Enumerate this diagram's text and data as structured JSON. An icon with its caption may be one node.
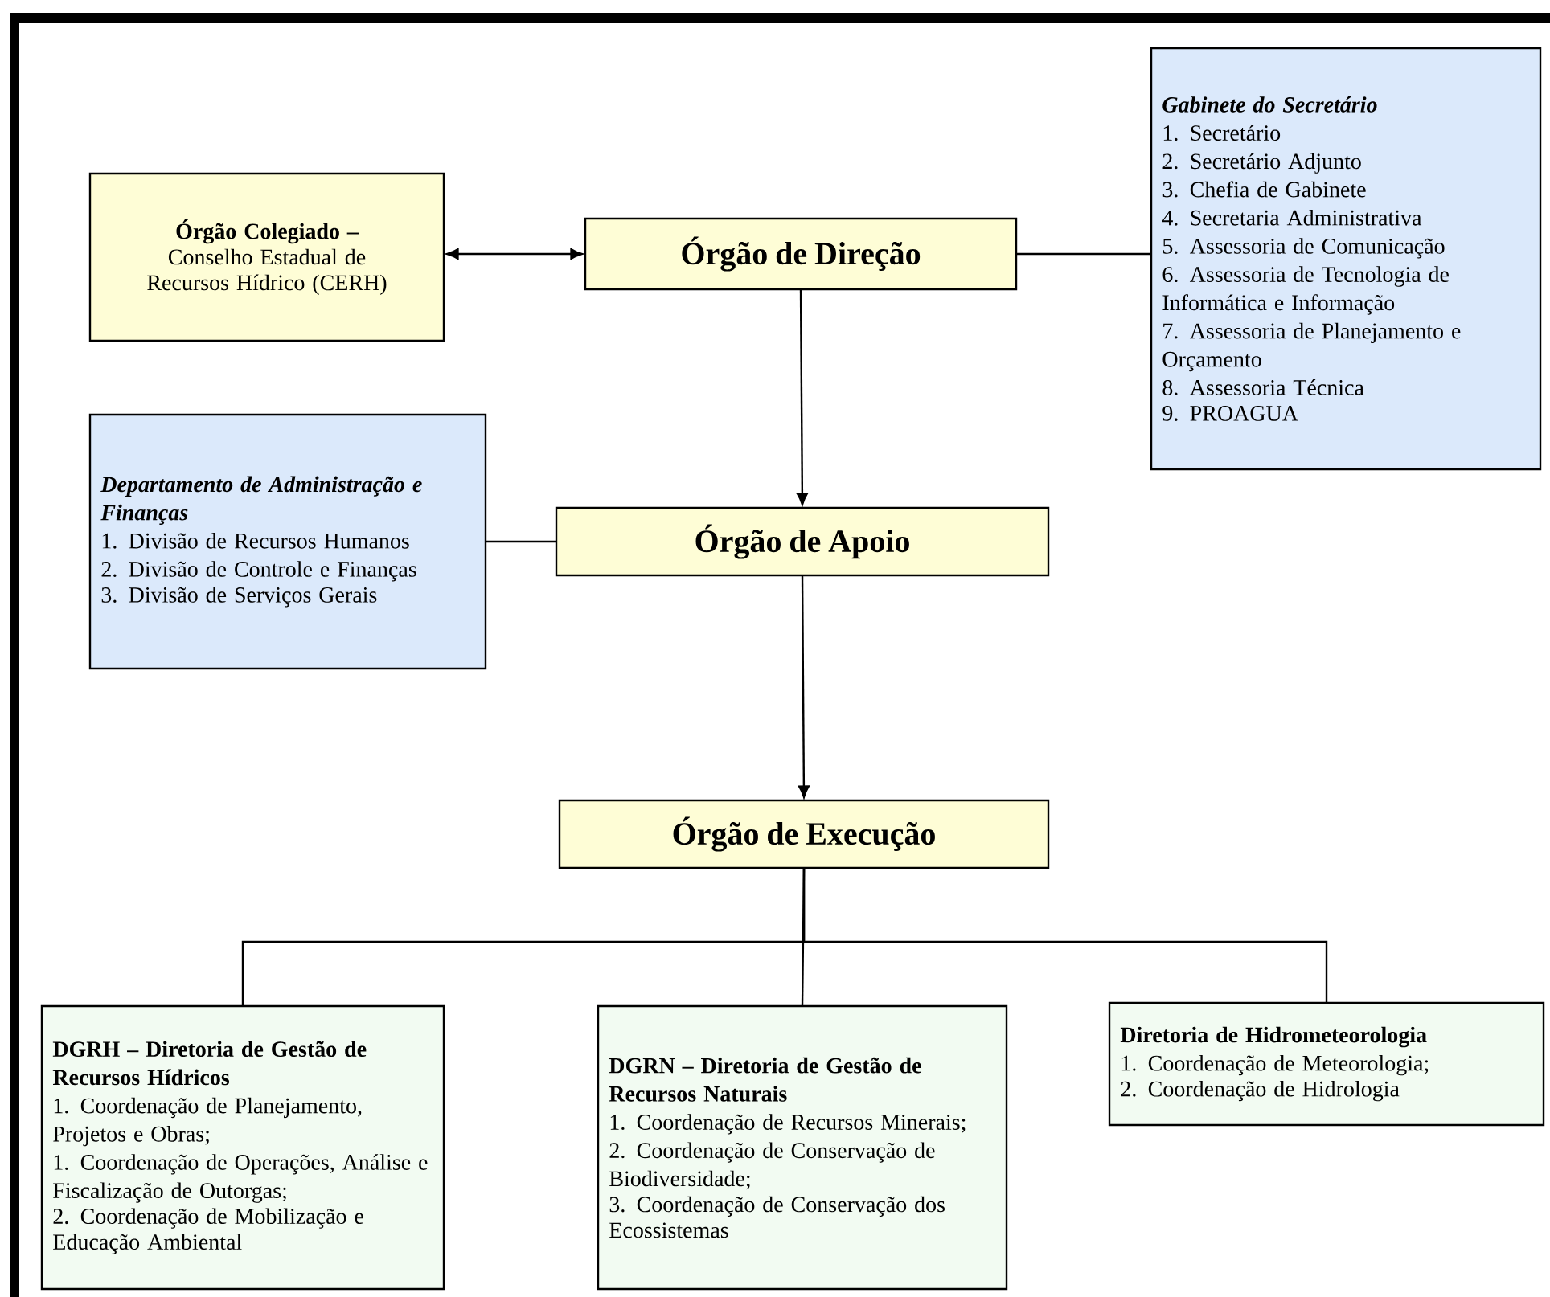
{
  "diagram": {
    "nodes": [
      {
        "text": [
          "Órgão Colegiado –",
          "Conselho Estadual de Recursos Hídrico (CERH)"
        ]
      },
      {
        "text": [
          "Órgão de Direção"
        ]
      },
      {
        "text": [
          "Gabinete do Secretário",
          "1. Secretário",
          "2. Secretário Adjunto",
          "3. Chefia de Gabinete",
          "4. Secretaria Administrativa",
          "5. Assessoria de Comunicação",
          "6. Assessoria de Tecnologia de Informática e Informação",
          "7. Assessoria de Planejamento e Orçamento",
          "8. Assessoria Técnica",
          "9. PROAGUA"
        ]
      },
      {
        "text": [
          "Departamento de Administração e Finanças",
          "1. Divisão de Recursos Humanos",
          "2. Divisão de Controle e Finanças",
          "3. Divisão de Serviços Gerais"
        ]
      },
      {
        "text": [
          "Órgão de Apoio"
        ]
      },
      {
        "text": [
          "Órgão de Execução"
        ]
      },
      {
        "text": [
          "DGRH – Diretoria de Gestão de Recursos Hídricos",
          "1. Coordenação de Planejamento, Projetos e Obras;",
          "1. Coordenação de Operações, Análise e Fiscalização de Outorgas;",
          "2. Coordenação de Mobilização e Educação Ambiental"
        ]
      },
      {
        "text": [
          "DGRN – Diretoria de Gestão de Recursos Naturais",
          "1. Coordenação de Recursos Minerais;",
          "2. Coordenação de Conservação de Biodiversidade;",
          "3. Coordenação de Conservação dos Ecossistemas"
        ]
      },
      {
        "text": [
          "Diretoria de Hidrometeorologia",
          "1. Coordenação de Meteorologia;",
          "2. Coordenação de Hidrologia"
        ]
      }
    ],
    "edges": [
      {
        "from": 0,
        "to": 1,
        "arrow": "both"
      },
      {
        "from": 1,
        "to": 2,
        "arrow": "none"
      },
      {
        "from": 1,
        "to": 4,
        "arrow": "to"
      },
      {
        "from": 3,
        "to": 4,
        "arrow": "none"
      },
      {
        "from": 4,
        "to": 5,
        "arrow": "to"
      },
      {
        "from": 5,
        "to": 6,
        "arrow": "none"
      },
      {
        "from": 5,
        "to": 7,
        "arrow": "none"
      },
      {
        "from": 5,
        "to": 8,
        "arrow": "none"
      }
    ]
  }
}
